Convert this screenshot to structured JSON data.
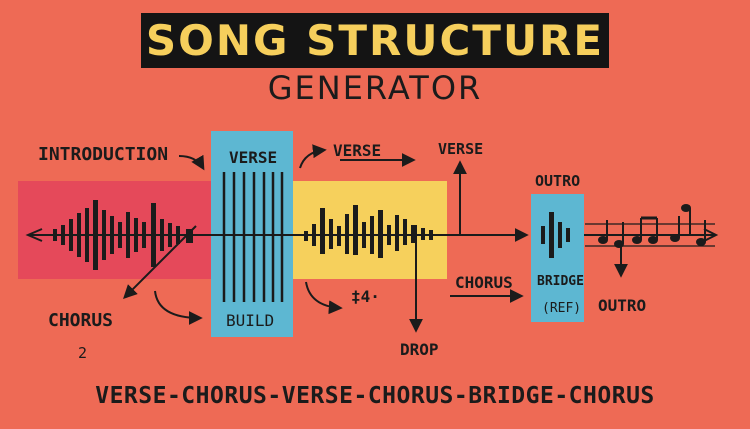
{
  "title": "SONG STRUCTURE",
  "subtitle": "GENERATOR",
  "labels": {
    "introduction": "INTRODUCTION",
    "chorus_left": "CHORUS",
    "chorus_num": "2",
    "verse_box": "VERSE",
    "build": "BUILD",
    "verse_arrow": "VERSE",
    "verse_top": "VERSE",
    "outro_top": "OUTRO",
    "bridge": "BRIDGE",
    "ref": "(REF)",
    "outro_bottom": "OUTRO",
    "chorus_right": "CHORUS",
    "marker": "‡4·",
    "drop": "DROP"
  },
  "formula": "VERSE-CHORUS-VERSE-CHORUS-BRIDGE-CHORUS",
  "colors": {
    "background": "#ee6a55",
    "intro_panel": "#e5495a",
    "verse_panel": "#5db7d2",
    "chorus_panel": "#f6d05c",
    "title_bg": "#141414",
    "title_text": "#f6cf5c",
    "ink": "#1b1b1b"
  },
  "icons": [
    "arrow-left-icon",
    "arrow-right-icon",
    "arrow-up-icon",
    "arrow-down-icon",
    "music-notes-icon"
  ]
}
